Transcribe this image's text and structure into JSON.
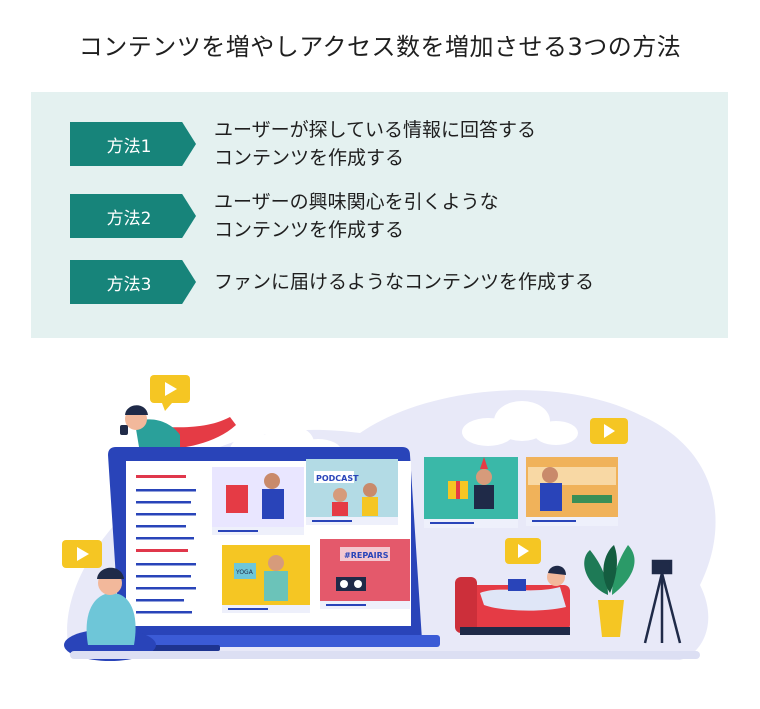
{
  "title": "コンテンツを増やしアクセス数を増加させる3つの方法",
  "methods": [
    {
      "tag": "方法1",
      "line1": "ユーザーが探している情報に回答する",
      "line2": "コンテンツを作成する"
    },
    {
      "tag": "方法2",
      "line1": "ユーザーの興味関心を引くような",
      "line2": "コンテンツを作成する"
    },
    {
      "tag": "方法3",
      "line1": "ファンに届けるようなコンテンツを作成する",
      "line2": ""
    }
  ],
  "illustration": {
    "thumb_texts": {
      "podcast": "PODCAST",
      "repairs": "#REPAIRS",
      "yoga": "YOGA"
    },
    "colors": {
      "accent": "#17847a",
      "panel": "#e4f1f0",
      "laptop": "#2944b9",
      "blob": "#e8e9f8"
    }
  }
}
